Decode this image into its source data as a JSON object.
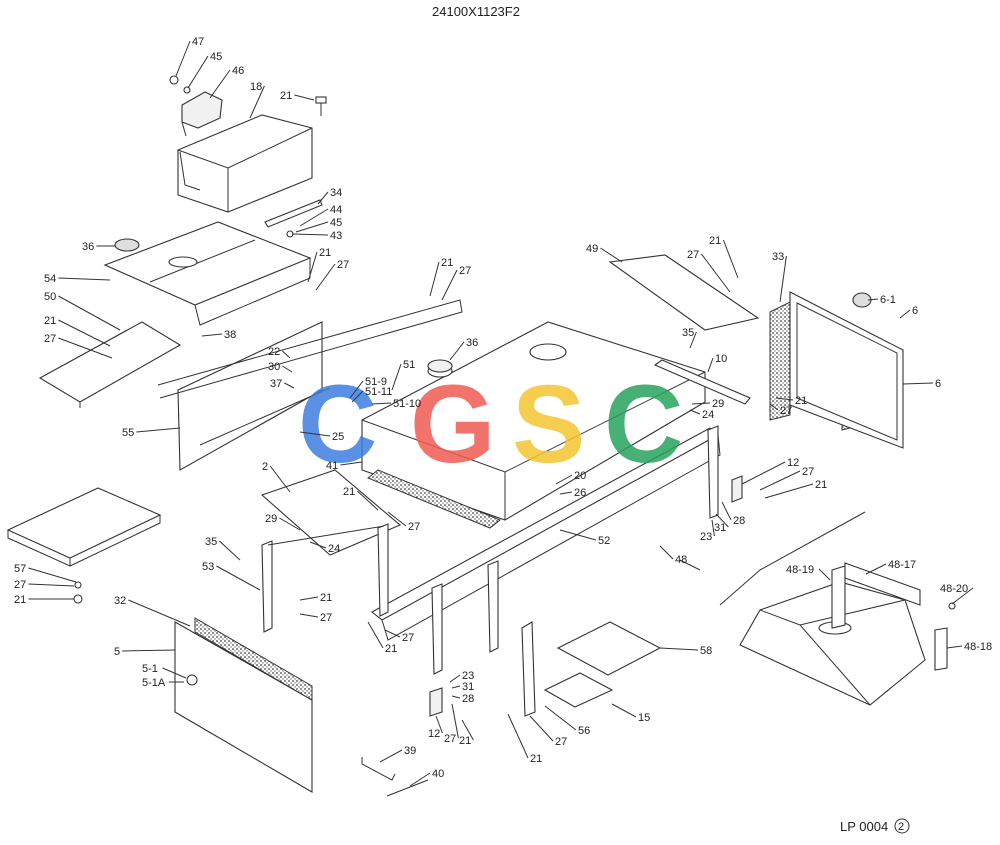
{
  "header": {
    "drawing_number": "24100X1123F2"
  },
  "footer": {
    "page_ref": "LP 0004",
    "page_circle": "2"
  },
  "watermark": {
    "letters": [
      "C",
      "G",
      "S",
      "C"
    ],
    "colors": [
      "#3e7ee0",
      "#ef5b52",
      "#f4c531",
      "#27a35c"
    ]
  },
  "callouts": [
    "47",
    "45",
    "46",
    "18",
    "21",
    "34",
    "44",
    "45",
    "43",
    "36",
    "54",
    "50",
    "21",
    "27",
    "38",
    "21",
    "27",
    "21",
    "27",
    "55",
    "22",
    "30",
    "37",
    "25",
    "51-9",
    "51",
    "51-11",
    "51-10",
    "36",
    "41",
    "2",
    "21",
    "27",
    "29",
    "24",
    "35",
    "53",
    "21",
    "27",
    "21",
    "27",
    "57",
    "27",
    "21",
    "32",
    "5",
    "5-1",
    "5-1A",
    "39",
    "40",
    "23",
    "31",
    "28",
    "12",
    "27",
    "21",
    "21",
    "27",
    "56",
    "15",
    "58",
    "20",
    "26",
    "52",
    "48",
    "49",
    "21",
    "27",
    "33",
    "6-1",
    "6",
    "6",
    "35",
    "10",
    "29",
    "24",
    "21",
    "27",
    "12",
    "27",
    "21",
    "28",
    "23",
    "31",
    "48-19",
    "48-17",
    "48-20",
    "48-18"
  ]
}
